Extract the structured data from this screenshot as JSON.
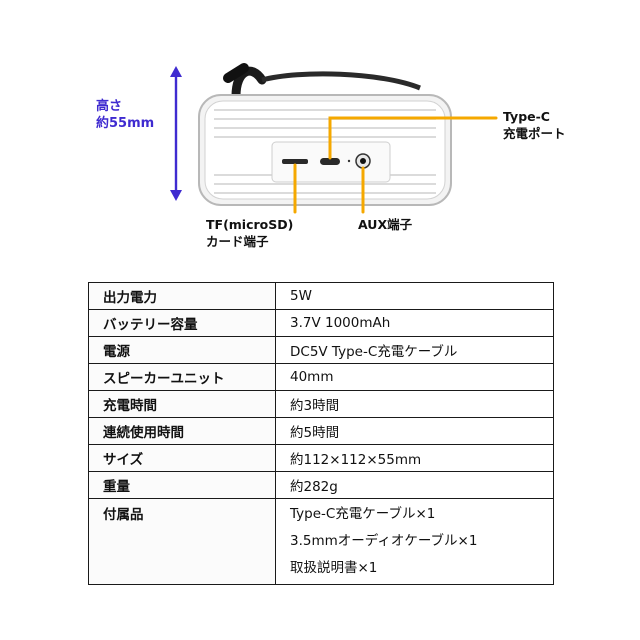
{
  "labels": {
    "height_line1": "高さ",
    "height_line2": "約55mm",
    "typec_line1": "Type-C",
    "typec_line2": "充電ポート",
    "tf_line1": "TF(microSD)",
    "tf_line2": "カード端子",
    "aux": "AUX端子"
  },
  "specs": [
    {
      "key": "出力電力",
      "value": "5W"
    },
    {
      "key": "バッテリー容量",
      "value": "3.7V 1000mAh"
    },
    {
      "key": "電源",
      "value": "DC5V Type-C充電ケーブル"
    },
    {
      "key": "スピーカーユニット",
      "value": "40mm"
    },
    {
      "key": "充電時間",
      "value": "約3時間"
    },
    {
      "key": "連続使用時間",
      "value": "約5時間"
    },
    {
      "key": "サイズ",
      "value": "約112×112×55mm"
    },
    {
      "key": "重量",
      "value": "約282g"
    }
  ],
  "accessories": {
    "key": "付属品",
    "items": [
      "Type-C充電ケーブル×1",
      "3.5mmオーディオケーブル×1",
      "取扱説明書×1"
    ]
  },
  "colors": {
    "height_arrow": "#3f2bd0",
    "pointer": "#f5a800"
  }
}
